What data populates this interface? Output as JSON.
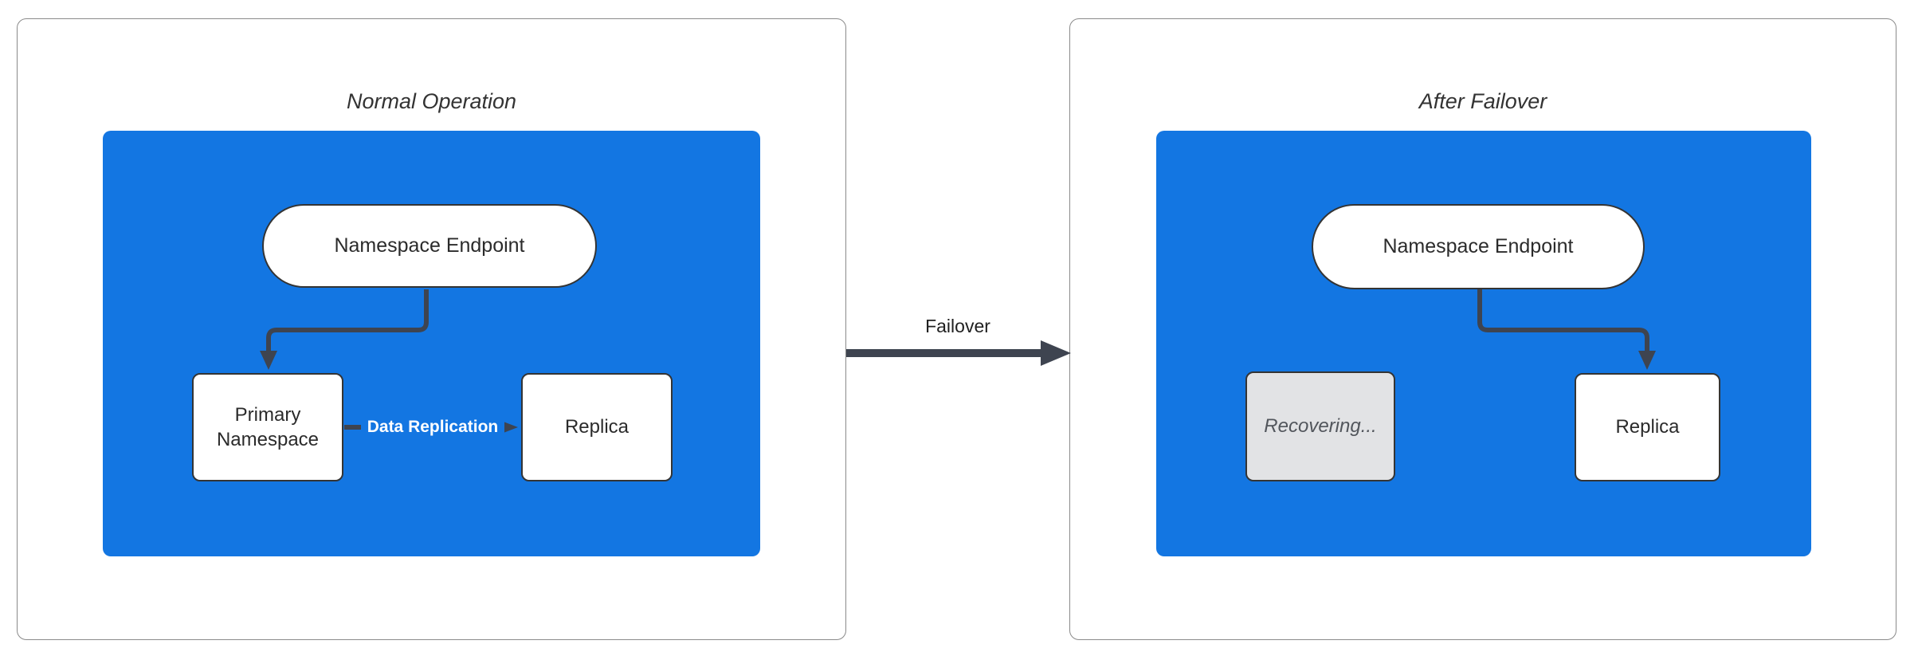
{
  "colors": {
    "cluster_blue": "#1376e2",
    "edge_dark": "#3e4450",
    "node_border": "#343434",
    "node_fill": "#ffffff",
    "panel_border": "#8a8a8a",
    "recovering_fill": "#e2e3e5",
    "recovering_text": "#52565c",
    "title_text": "#333333",
    "edge_label_text": "#ffffff"
  },
  "left_panel": {
    "title": "Normal Operation",
    "endpoint_label": "Namespace Endpoint",
    "primary_label": "Primary Namespace",
    "replica_label": "Replica",
    "replication_label": "Data Replication"
  },
  "right_panel": {
    "title": "After Failover",
    "endpoint_label": "Namespace Endpoint",
    "recovering_label": "Recovering...",
    "replica_label": "Replica"
  },
  "failover_label": "Failover"
}
